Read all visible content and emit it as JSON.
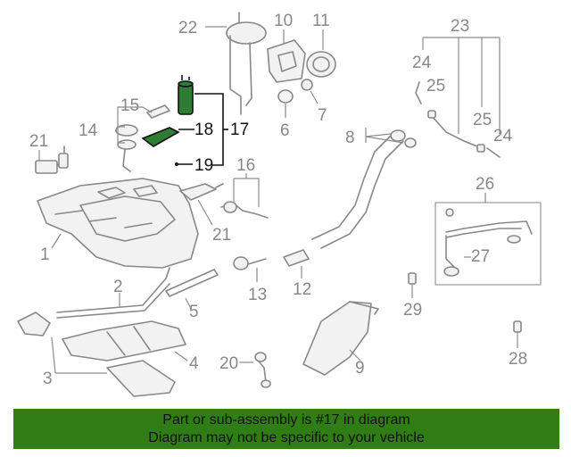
{
  "callouts": {
    "c1": "1",
    "c2": "2",
    "c3": "3",
    "c4": "4",
    "c5": "5",
    "c6": "6",
    "c7": "7",
    "c8": "8",
    "c9": "9",
    "c10": "10",
    "c11": "11",
    "c12": "12",
    "c13": "13",
    "c14": "14",
    "c15": "15",
    "c16": "16",
    "c17": "17",
    "c18": "18",
    "c19": "19",
    "c20": "20",
    "c21a": "21",
    "c21b": "21",
    "c22": "22",
    "c23": "23",
    "c24a": "24",
    "c24b": "24",
    "c25a": "25",
    "c25b": "25",
    "c26": "26",
    "c27": "27",
    "c28": "28",
    "c29": "29"
  },
  "banner": {
    "line1": "Part or sub-assembly is #17 in diagram",
    "line2": "Diagram may not be specific to your vehicle"
  },
  "colors": {
    "highlight": "#2f7d34",
    "banner_bg": "#2f7d14",
    "line": "#888888"
  }
}
